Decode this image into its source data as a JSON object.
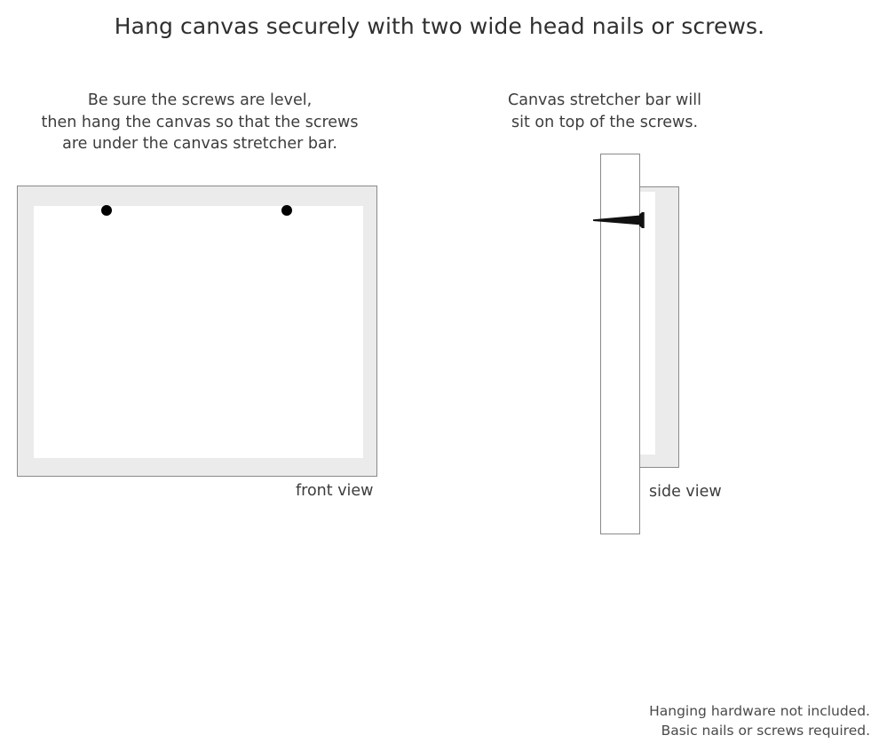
{
  "title": "Hang canvas securely with two wide head nails or screws.",
  "captions": {
    "front": [
      "Be sure the screws are level,",
      "then hang the canvas so that the screws",
      "are under the canvas stretcher bar."
    ],
    "side": [
      "Canvas stretcher bar will",
      "sit on top of the screws."
    ]
  },
  "labels": {
    "front_view": "front view",
    "side_view": "side view"
  },
  "footer": [
    "Hanging hardware not included.",
    "Basic nails or screws required."
  ],
  "diagram": {
    "front": {
      "frame_label": "canvas-frame",
      "screw_count": 2,
      "screws": [
        "screw-dot-left",
        "screw-dot-right"
      ]
    },
    "side": {
      "wall_label": "wall-surface",
      "canvas_label": "canvas-stretcher-bar-profile",
      "nail_label": "wide-head-nail"
    }
  },
  "colors": {
    "frame_fill": "#ebebeb",
    "frame_border": "#8a8a8a",
    "canvas_face": "#ffffff",
    "screw": "#000000",
    "nail": "#111111",
    "text": "#3d3d3d",
    "background": "#ffffff"
  }
}
